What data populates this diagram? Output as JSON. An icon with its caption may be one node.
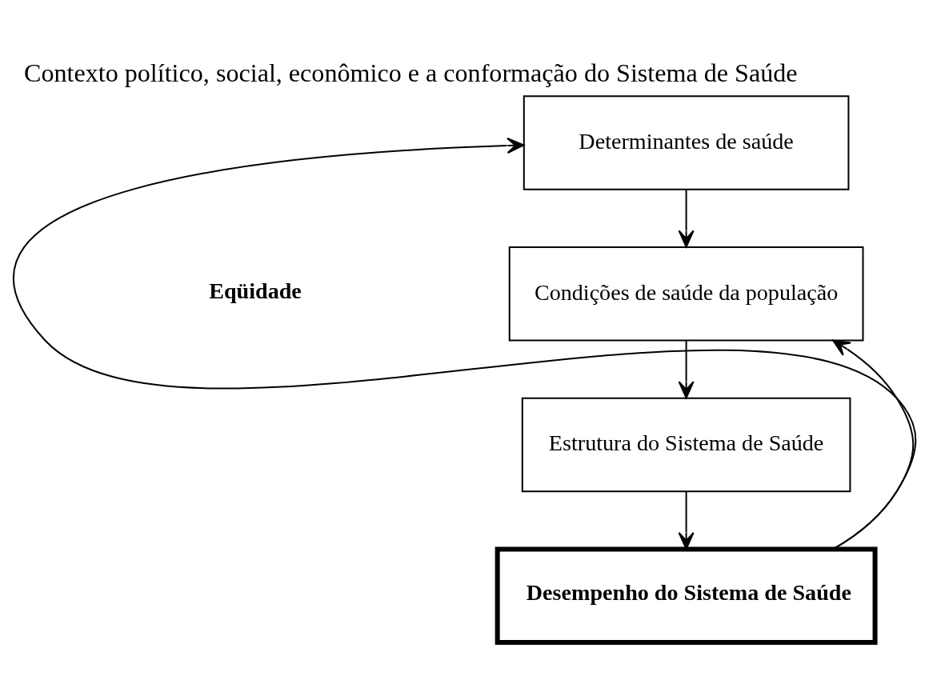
{
  "diagram": {
    "title": "Contexto político, social, econômico e a conformação do Sistema de Saúde",
    "nodes": [
      {
        "text": [
          "Determinantes de saúde"
        ]
      },
      {
        "text": [
          "Condições de saúde da população"
        ]
      },
      {
        "text": [
          "Estrutura do Sistema de Saúde"
        ]
      },
      {
        "text": [
          "Desempenho do Sistema de Saúde"
        ]
      }
    ],
    "edges": [
      {
        "from": 0,
        "to": 1,
        "arrow": "to"
      },
      {
        "from": 1,
        "to": 2,
        "arrow": "to"
      },
      {
        "from": 2,
        "to": 3,
        "arrow": "to"
      },
      {
        "from": 3,
        "to": 1,
        "arrow": "to"
      },
      {
        "from": 3,
        "to": 0,
        "arrow": "to"
      }
    ],
    "labels": [
      "Eqüidade"
    ]
  }
}
